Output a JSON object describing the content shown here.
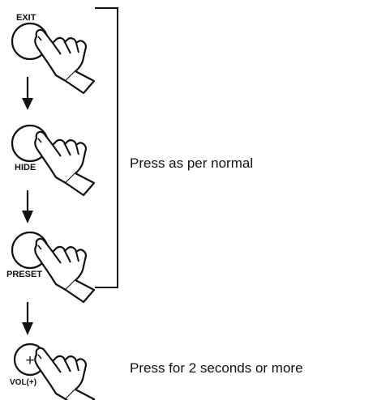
{
  "steps": [
    {
      "button_label": "EXIT"
    },
    {
      "button_label": "HIDE"
    },
    {
      "button_label": "PRESET"
    },
    {
      "button_label": "VOL(+)",
      "button_symbol": "+"
    }
  ],
  "captions": {
    "group": "Press as per normal",
    "final": "Press for 2 seconds or more"
  }
}
